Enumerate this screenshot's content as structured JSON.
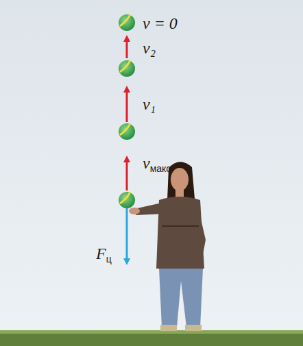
{
  "diagram": {
    "labels": [
      "v = 0",
      "v₂",
      "v₁",
      "vмакс",
      "Fц"
    ]
  }
}
